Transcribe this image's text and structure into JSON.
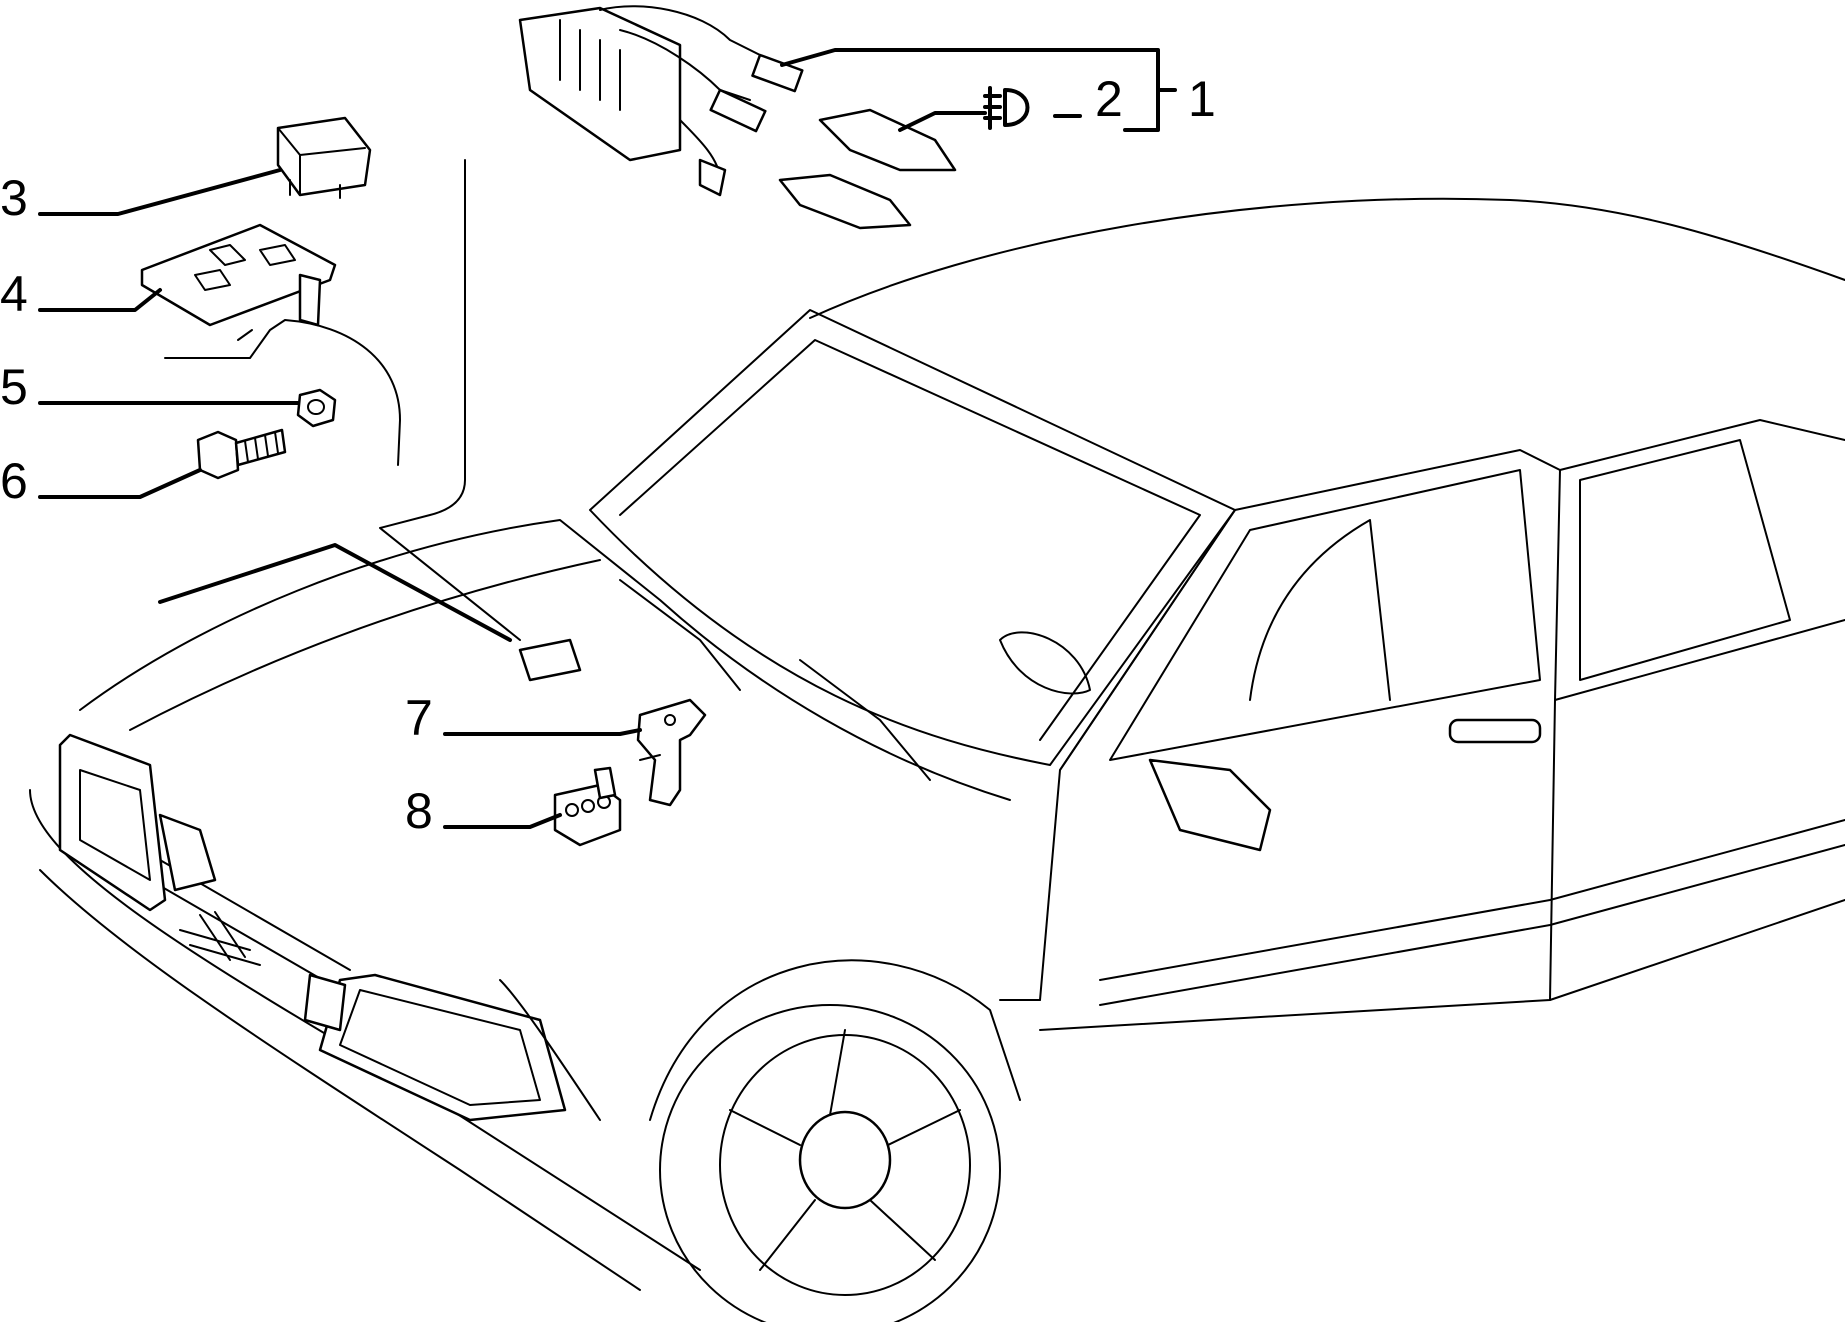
{
  "callouts": [
    {
      "id": "1",
      "text": "1"
    },
    {
      "id": "2",
      "text": "2"
    },
    {
      "id": "3",
      "text": "3"
    },
    {
      "id": "4",
      "text": "4"
    },
    {
      "id": "5",
      "text": "5"
    },
    {
      "id": "6",
      "text": "6"
    },
    {
      "id": "7",
      "text": "7"
    },
    {
      "id": "8",
      "text": "8"
    }
  ],
  "icons": {
    "fog_light_symbol": "fog-light-icon"
  }
}
